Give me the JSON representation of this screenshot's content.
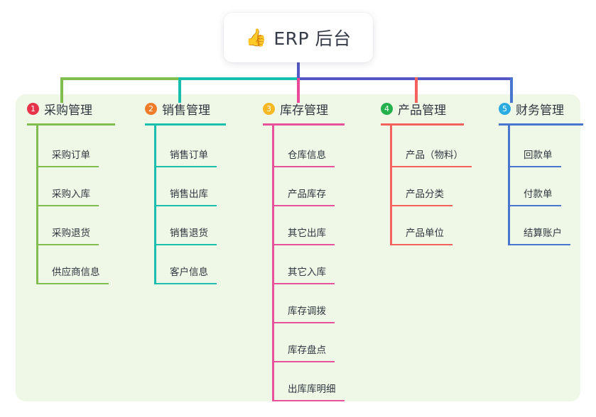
{
  "root": {
    "icon": "thumbs-up-icon",
    "icon_glyph": "👍",
    "title": "ERP 后台",
    "connector_color": "#5457c4"
  },
  "panel": {
    "background": "#eff7e7"
  },
  "trunk": {
    "segments": [
      {
        "color": "#81bd4e"
      },
      {
        "color": "#17bfac"
      },
      {
        "color": "#5457c4"
      },
      {
        "color": "#4876cf"
      }
    ]
  },
  "columns": [
    {
      "number": "1",
      "title": "采购管理",
      "badge_color": "#e8334a",
      "line_color": "#81bd4e",
      "stub_color": "#81bd4e",
      "items": [
        {
          "label": "采购订单"
        },
        {
          "label": "采购入库"
        },
        {
          "label": "采购退货"
        },
        {
          "label": "供应商信息"
        }
      ]
    },
    {
      "number": "2",
      "title": "销售管理",
      "badge_color": "#f07b28",
      "line_color": "#17bfac",
      "stub_color": "#17bfac",
      "items": [
        {
          "label": "销售订单"
        },
        {
          "label": "销售出库"
        },
        {
          "label": "销售退货"
        },
        {
          "label": "客户信息"
        }
      ]
    },
    {
      "number": "3",
      "title": "库存管理",
      "badge_color": "#f5b722",
      "line_color": "#e8529b",
      "stub_color": "#ec4899",
      "items": [
        {
          "label": "仓库信息"
        },
        {
          "label": "产品库存"
        },
        {
          "label": "其它出库"
        },
        {
          "label": "其它入库"
        },
        {
          "label": "库存调拨"
        },
        {
          "label": "库存盘点"
        },
        {
          "label": "出库库明细"
        }
      ]
    },
    {
      "number": "4",
      "title": "产品管理",
      "badge_color": "#22b14c",
      "line_color": "#f4605c",
      "stub_color": "#f4605c",
      "items": [
        {
          "label": "产品（物料）"
        },
        {
          "label": "产品分类"
        },
        {
          "label": "产品单位"
        }
      ]
    },
    {
      "number": "5",
      "title": "财务管理",
      "badge_color": "#29abe2",
      "line_color": "#4876cf",
      "stub_color": "#4876cf",
      "items": [
        {
          "label": "回款单"
        },
        {
          "label": "付款单"
        },
        {
          "label": "结算账户"
        }
      ]
    }
  ]
}
